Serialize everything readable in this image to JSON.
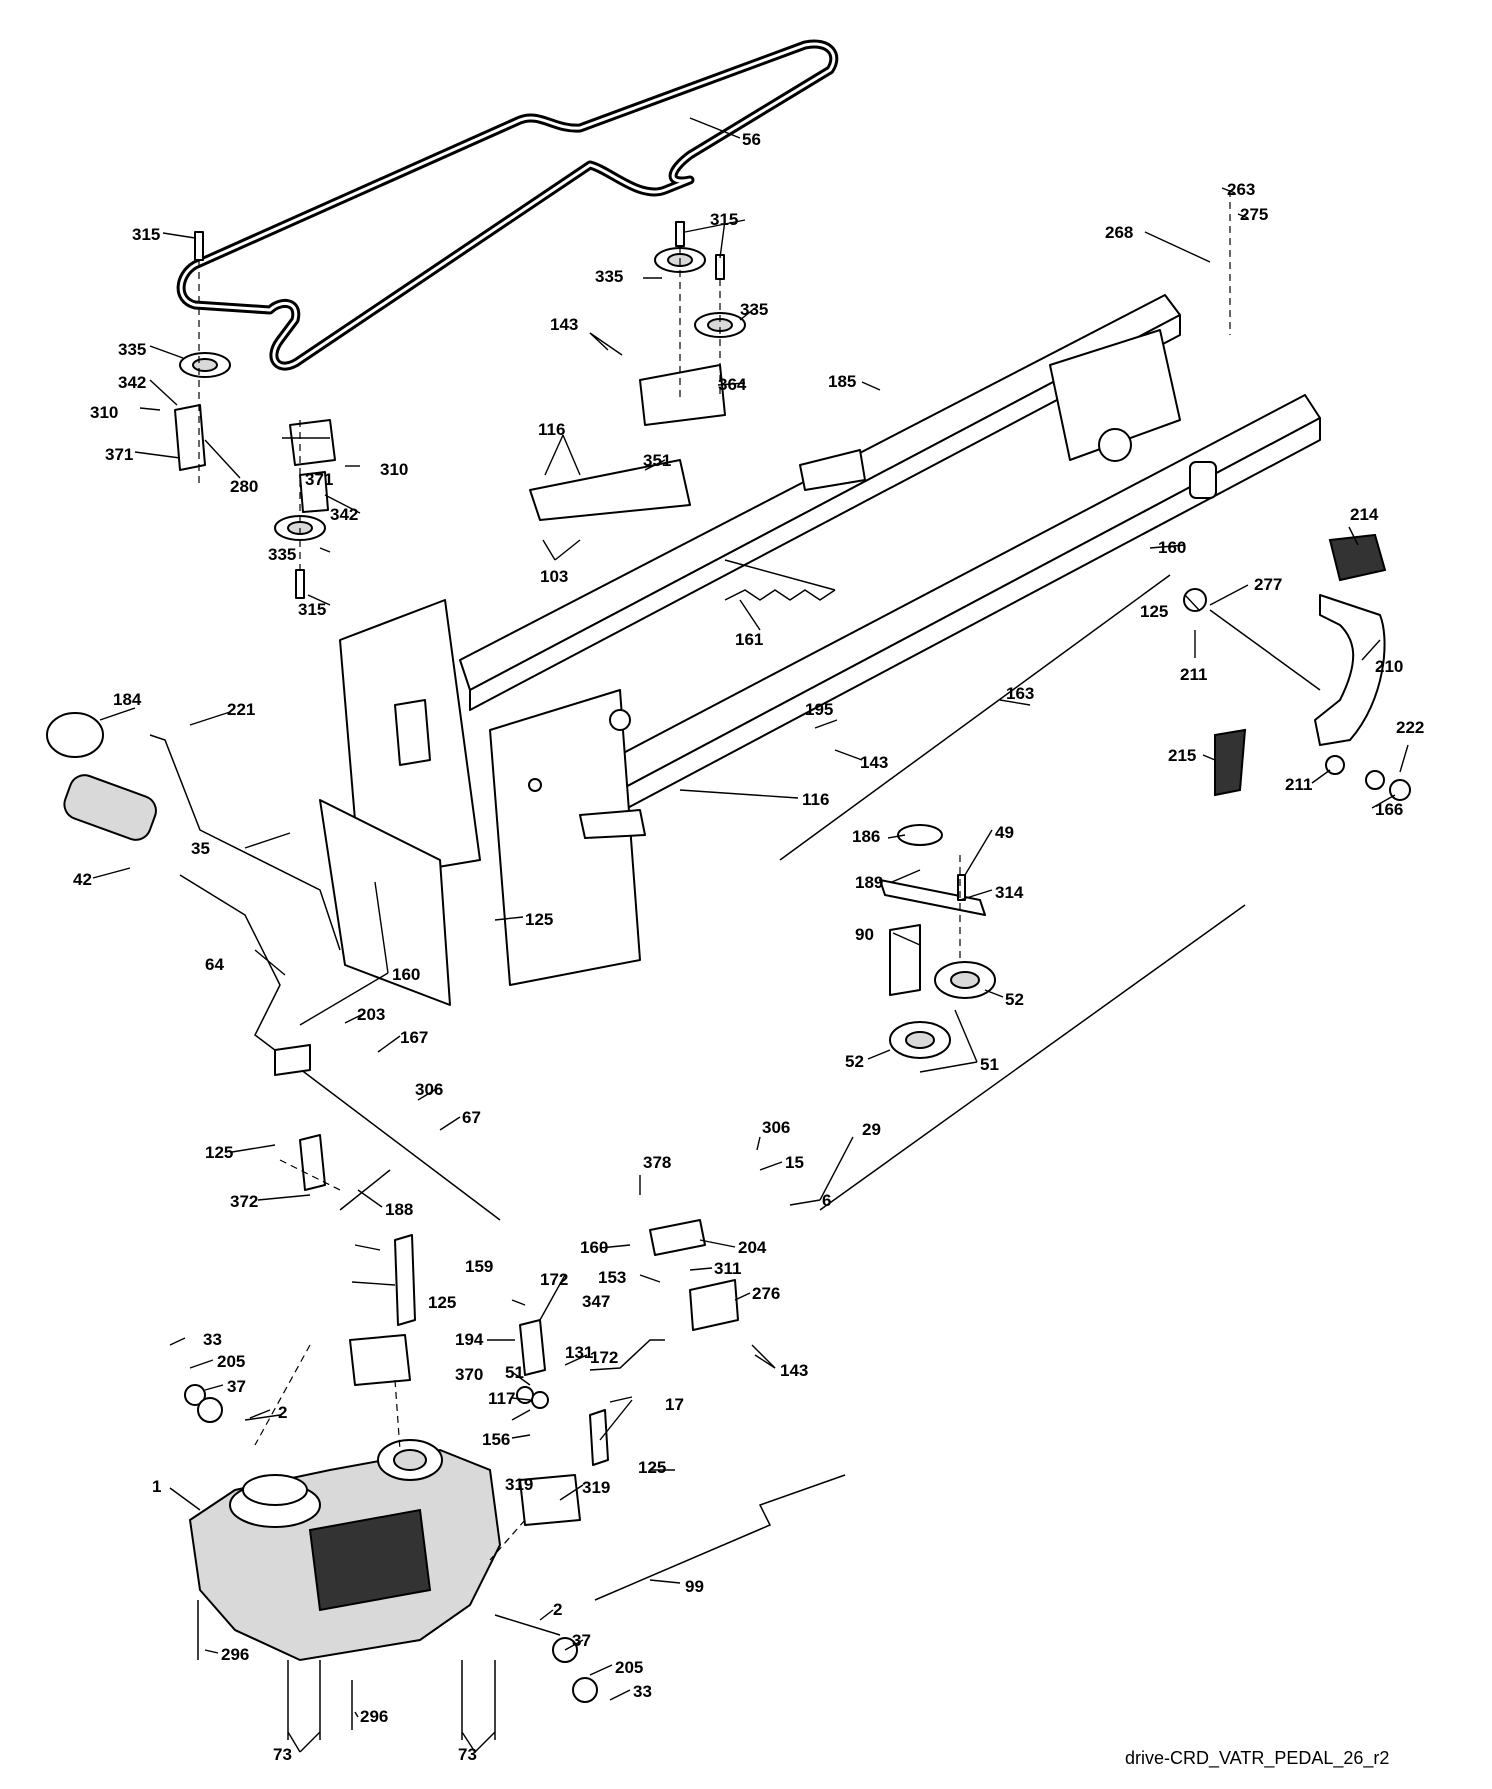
{
  "drawing_id": "drive-CRD_VATR_PEDAL_26_r2",
  "callouts": [
    "56",
    "315",
    "315",
    "335",
    "335",
    "335",
    "335",
    "342",
    "342",
    "310",
    "310",
    "371",
    "371",
    "280",
    "315",
    "143",
    "364",
    "263",
    "275",
    "268",
    "185",
    "116",
    "351",
    "103",
    "161",
    "160",
    "277",
    "125",
    "211",
    "214",
    "210",
    "163",
    "195",
    "143",
    "116",
    "222",
    "211",
    "166",
    "215",
    "184",
    "221",
    "35",
    "42",
    "186",
    "49",
    "189",
    "314",
    "90",
    "52",
    "52",
    "51",
    "125",
    "64",
    "160",
    "203",
    "167",
    "306",
    "67",
    "125",
    "372",
    "188",
    "306",
    "15",
    "6",
    "29",
    "378",
    "160",
    "204",
    "311",
    "153",
    "276",
    "143",
    "159",
    "347",
    "125",
    "172",
    "194",
    "131",
    "51",
    "370",
    "17",
    "117",
    "156",
    "172",
    "125",
    "319",
    "319",
    "33",
    "205",
    "37",
    "2",
    "1",
    "99",
    "2",
    "37",
    "205",
    "33",
    "296",
    "296",
    "73",
    "73"
  ]
}
